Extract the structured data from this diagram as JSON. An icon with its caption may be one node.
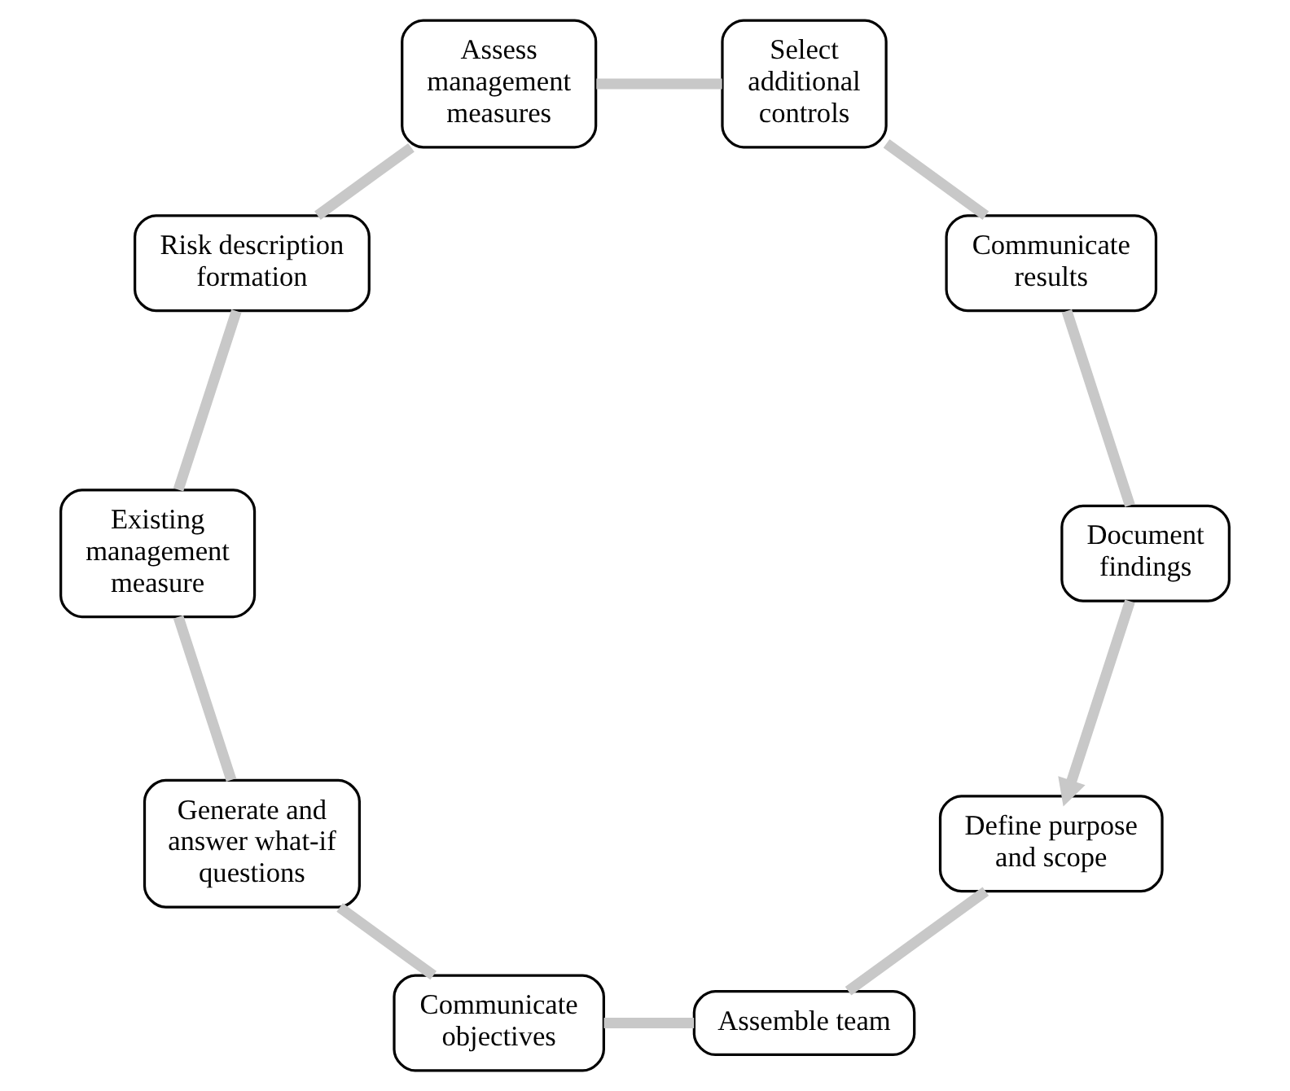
{
  "diagram": {
    "nodes": [
      {
        "text": [
          "Define purpose and scope"
        ]
      },
      {
        "text": [
          "Assemble team"
        ]
      },
      {
        "text": [
          "Communicate objectives"
        ]
      },
      {
        "text": [
          "Generate and answer what-if questions"
        ]
      },
      {
        "text": [
          "Existing management measure"
        ]
      },
      {
        "text": [
          "Risk description formation"
        ]
      },
      {
        "text": [
          "Assess management measures"
        ]
      },
      {
        "text": [
          "Select additional controls"
        ]
      },
      {
        "text": [
          "Communicate results"
        ]
      },
      {
        "text": [
          "Document findings"
        ]
      }
    ],
    "edges": [
      {
        "from": 0,
        "to": 1,
        "arrow": "none"
      },
      {
        "from": 1,
        "to": 2,
        "arrow": "none"
      },
      {
        "from": 2,
        "to": 3,
        "arrow": "none"
      },
      {
        "from": 3,
        "to": 4,
        "arrow": "none"
      },
      {
        "from": 4,
        "to": 5,
        "arrow": "none"
      },
      {
        "from": 5,
        "to": 6,
        "arrow": "none"
      },
      {
        "from": 6,
        "to": 7,
        "arrow": "none"
      },
      {
        "from": 7,
        "to": 8,
        "arrow": "none"
      },
      {
        "from": 8,
        "to": 9,
        "arrow": "none"
      },
      {
        "from": 9,
        "to": 0,
        "arrow": "to"
      }
    ]
  }
}
